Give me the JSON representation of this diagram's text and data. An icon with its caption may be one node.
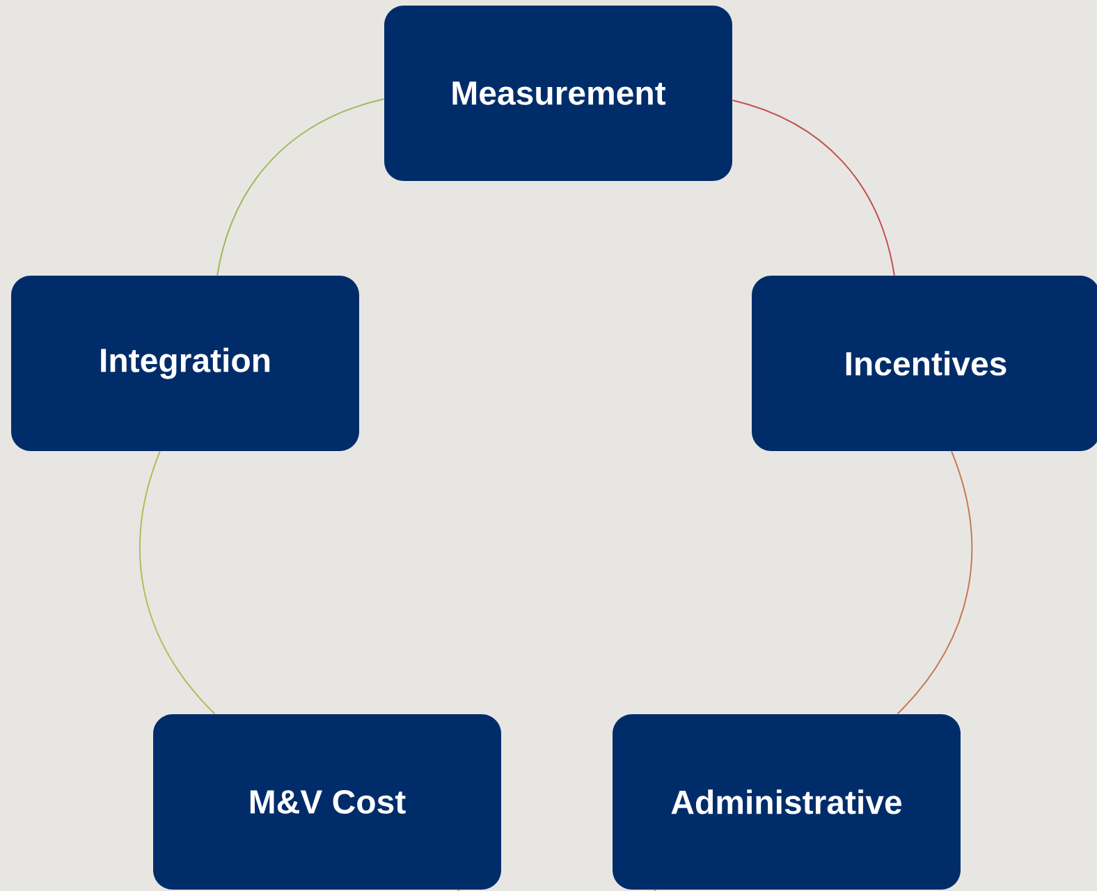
{
  "diagram": {
    "nodes": [
      {
        "text": [
          "Measurement"
        ]
      },
      {
        "text": [
          "Incentives"
        ]
      },
      {
        "text": [
          "Administrative"
        ]
      },
      {
        "text": [
          "M&V Cost"
        ]
      },
      {
        "text": [
          "Integration"
        ]
      }
    ],
    "edges": [
      {
        "from": 0,
        "to": 1,
        "arrow": "none",
        "color": "#c0504d"
      },
      {
        "from": 1,
        "to": 2,
        "arrow": "none",
        "color": "#c77a52"
      },
      {
        "from": 2,
        "to": 3,
        "arrow": "none",
        "color": "#c9a35c"
      },
      {
        "from": 3,
        "to": 4,
        "arrow": "none",
        "color": "#b8b85a"
      },
      {
        "from": 4,
        "to": 0,
        "arrow": "none",
        "color": "#9bbb59"
      }
    ]
  }
}
